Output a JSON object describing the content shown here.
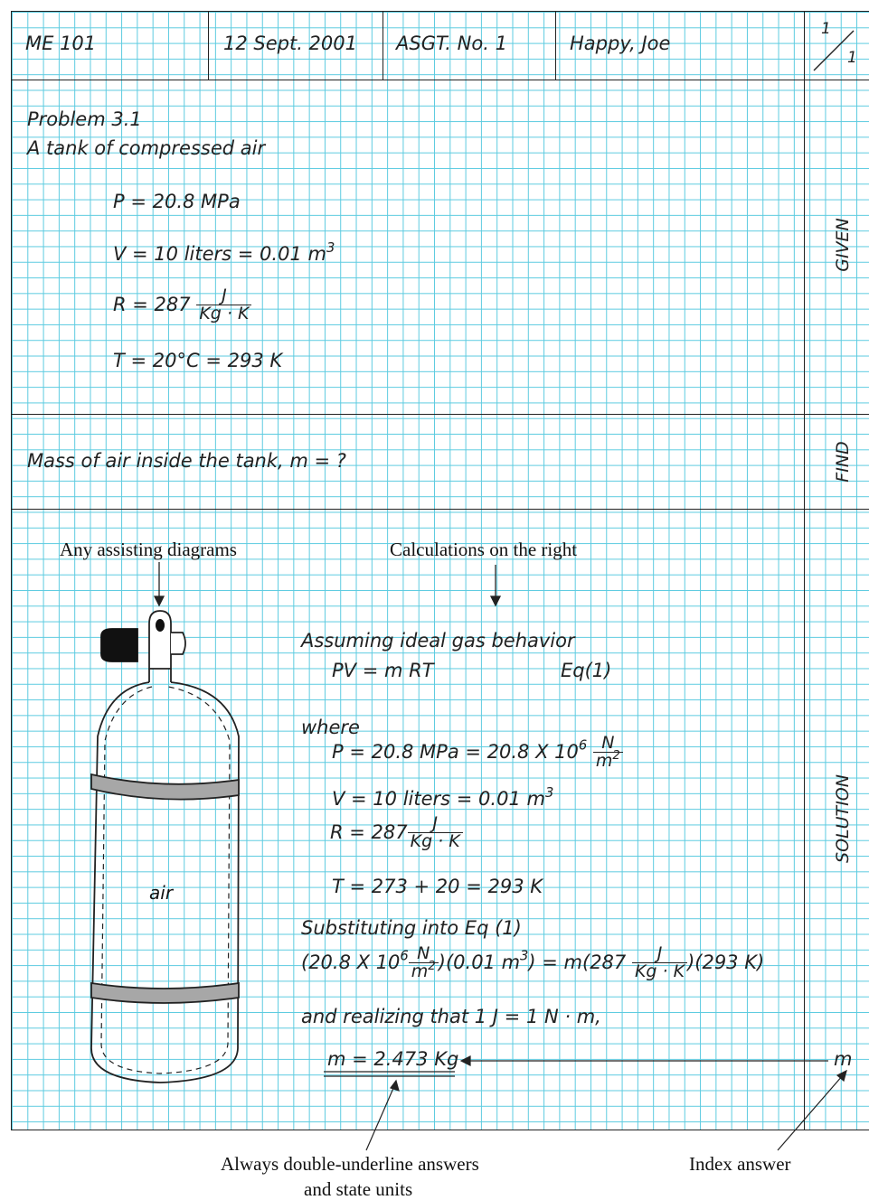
{
  "header": {
    "course": "ME 101",
    "date": "12 Sept. 2001",
    "assignment": "ASGT. No. 1",
    "name": "Happy, Joe",
    "page_num": "1",
    "page_total": "1"
  },
  "given": {
    "problem": "Problem 3.1",
    "description": "A tank of compressed air",
    "p": "P = 20.8 MPa",
    "v": "V = 10 liters = 0.01 m",
    "v_exp": "3",
    "r": "R = 287",
    "r_num": "J",
    "r_den": "Kg · K",
    "t": "T = 20°C = 293 K",
    "label": "GIVEN"
  },
  "find": {
    "question": "Mass of air inside the tank, m = ?",
    "label": "FIND"
  },
  "solution": {
    "label": "SOLUTION",
    "diagram_caption": "Any assisting diagrams",
    "calc_caption": "Calculations on the right",
    "tank_label": "air",
    "assume": "Assuming ideal gas behavior",
    "eq": "PV = m RT",
    "eq_tag": "Eq(1)",
    "where": "where",
    "p_line": "P = 20.8 MPa = 20.8 X 10",
    "p_exp": "6",
    "p_num": "N",
    "p_den": "m",
    "p_den_exp": "2",
    "v_line": "V = 10 liters = 0.01 m",
    "v_exp": "3",
    "r_line": "R = 287",
    "r_num": "J",
    "r_den": "Kg · K",
    "t_line": "T = 273 + 20 = 293 K",
    "subst": "Substituting into Eq (1)",
    "big_a": "(20.8 X 10",
    "big_a_exp": "6",
    "big_n": "N",
    "big_m": "m",
    "big_m_exp": "2",
    "big_b": ")(0.01 m",
    "big_b_exp": "3",
    "big_c": ") = m(287",
    "big_j": "J",
    "big_kgk": "Kg · K",
    "big_d": ")(293 K)",
    "realize": "and realizing that 1 J = 1 N · m,",
    "answer": "m = 2.473 Kg",
    "index": "m"
  },
  "notes": {
    "underline": "Always double-underline answers",
    "underline2": "and state units",
    "index": "Index answer"
  }
}
